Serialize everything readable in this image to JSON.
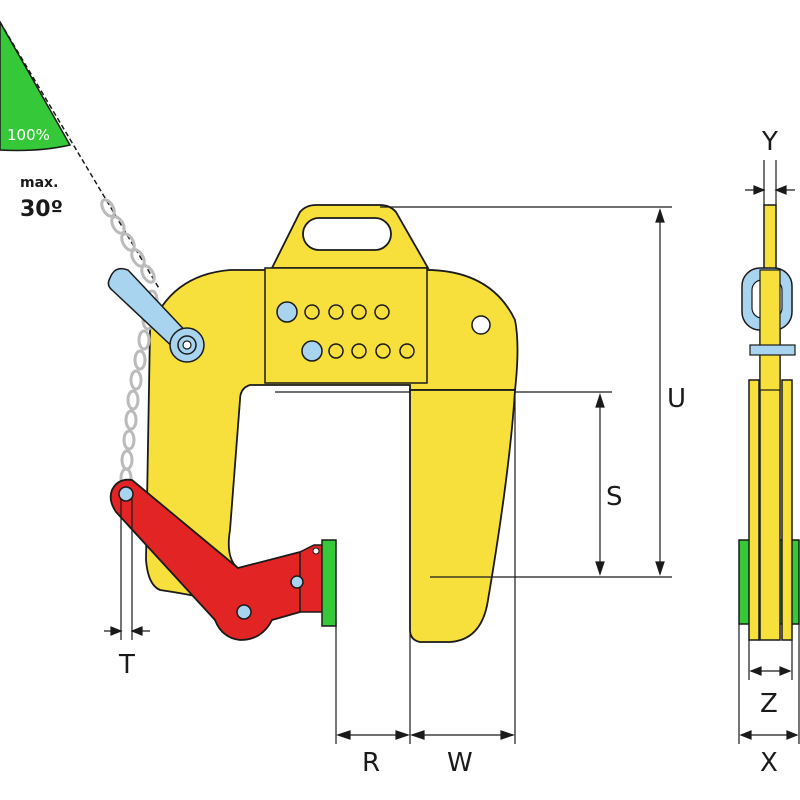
{
  "angle_indicator": {
    "percent_label": "100%",
    "max_label": "max.",
    "angle_label": "30º"
  },
  "dimensions": {
    "u": "U",
    "s": "S",
    "t": "T",
    "r": "R",
    "w": "W",
    "y": "Y",
    "z": "Z",
    "x": "X"
  },
  "colors": {
    "body_yellow": "#f7e03c",
    "jaw_red": "#e32424",
    "pad_green": "#35c838",
    "hole_blue": "#a9d4ef",
    "outline": "#1a1a1a"
  }
}
